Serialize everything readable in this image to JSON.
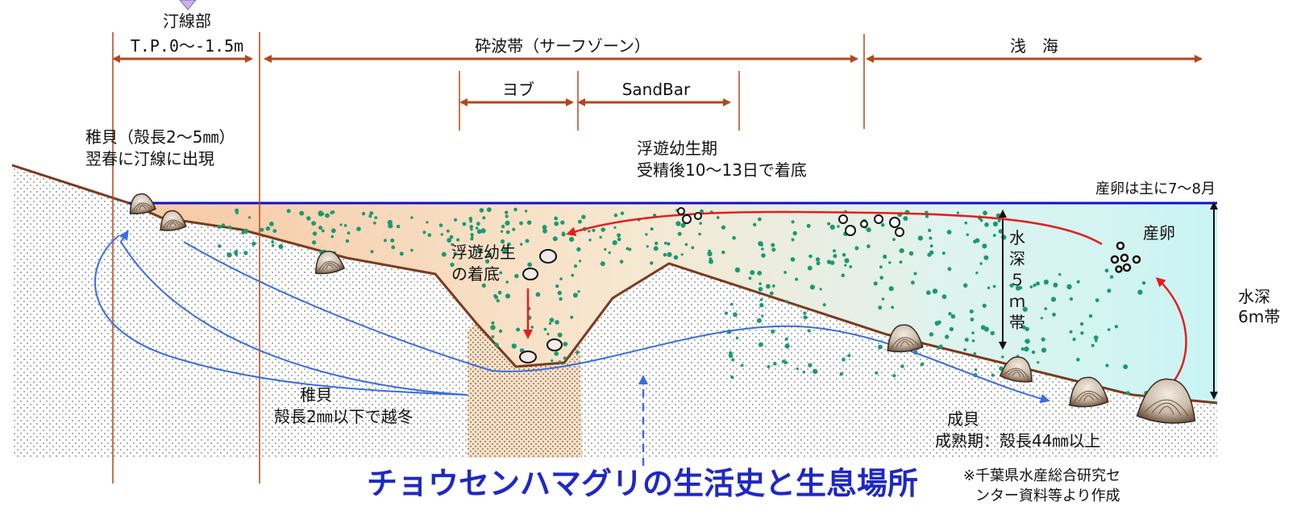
{
  "labels": {
    "intertidal": "汀線部",
    "intertidal_depth": "T.P.0〜-1.5m",
    "surf_zone": "砕波帯（サーフゾーン）",
    "shallow_sea": "浅　海",
    "trough": "ヨブ",
    "sandbar": "SandBar",
    "juvenile_line1": "稚貝（殻長2〜5㎜）",
    "juvenile_line2": "翌春に汀線に出現",
    "planktonic_line1": "浮遊幼生期",
    "planktonic_line2": "受精後10〜13日で着底",
    "spawning_season": "産卵は主に7〜8月",
    "spawning": "産卵",
    "settlement_line1": "浮遊幼生",
    "settlement_line2": "の着底",
    "depth5_chars": [
      "水",
      "深",
      "５",
      "ｍ",
      "帯"
    ],
    "depth6_line1": "水深",
    "depth6_line2": "6m帯",
    "overwinter_line1": "稚貝",
    "overwinter_line2": "殻長2㎜以下で越冬",
    "adult_line1": "成貝",
    "adult_line2": "成熟期：殻長44㎜以上",
    "source_line1": "※千葉県水産総合研究セ",
    "source_line2": "ンター資料等より作成",
    "title": "チョウセンハマグリの生活史と生息場所"
  },
  "colors": {
    "title": "#1f28c4",
    "sea_surface": "#1010c8",
    "seabed_line": "#7a3a1e",
    "zone_arrow": "#b34719",
    "migration_arrow": "#3a6de0",
    "spawn_arrow": "#e02020",
    "larvae_dot": "#1a9a70"
  },
  "icons": [
    "clam-shell-icon",
    "egg-cluster-icon",
    "larva-icon"
  ]
}
